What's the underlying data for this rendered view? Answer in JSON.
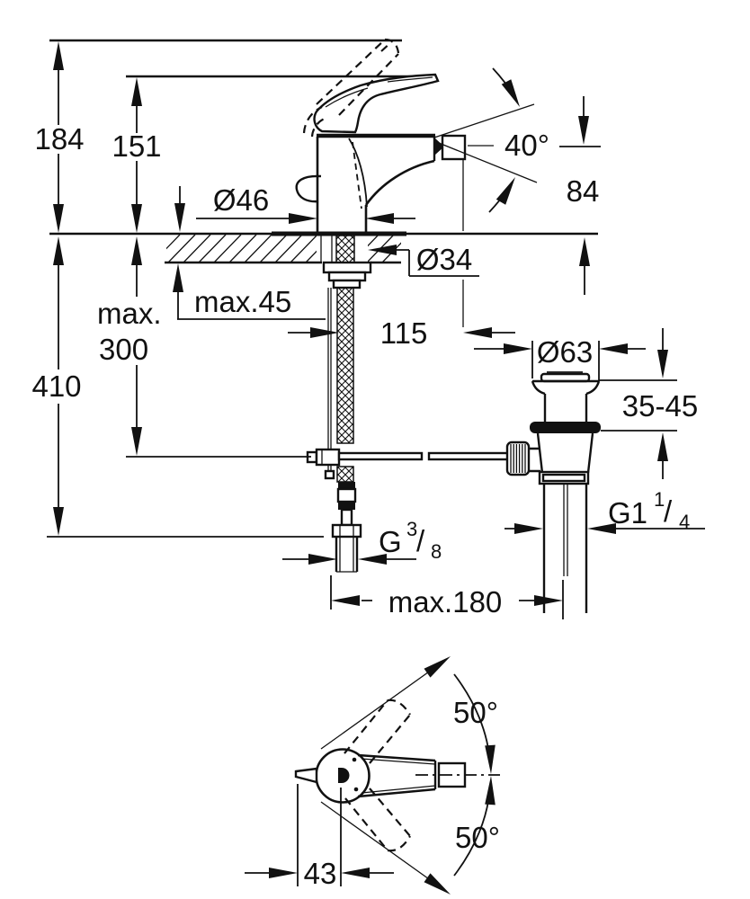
{
  "drawing": {
    "kind": "faucet-installation-dimension-drawing",
    "colors": {
      "ink": "#111111",
      "background": "#ffffff"
    },
    "dims": {
      "total_height": "184",
      "lever_height": "151",
      "base_diameter": "Ø46",
      "aerator_angle": "40°",
      "spout_height": "84",
      "mounting_hole_diameter": "Ø34",
      "max_deck_thickness": "max.45",
      "hose_length_line1": "max.",
      "hose_length_line2": "300",
      "spout_reach": "115",
      "supply_length": "410",
      "waste_flange_diameter": "Ø63",
      "clamping_range": "35-45",
      "waste_thread_prefix": "G1",
      "waste_thread_numerator": "1",
      "waste_thread_slash": "/",
      "waste_thread_denominator": "4",
      "supply_thread_prefix": "G",
      "supply_thread_numerator": "3",
      "supply_thread_slash": "/",
      "supply_thread_denominator": "8",
      "max_center_distance": "max.180",
      "swivel_angle_upper": "50°",
      "swivel_angle_lower": "50°",
      "lever_center_offset": "43"
    }
  }
}
